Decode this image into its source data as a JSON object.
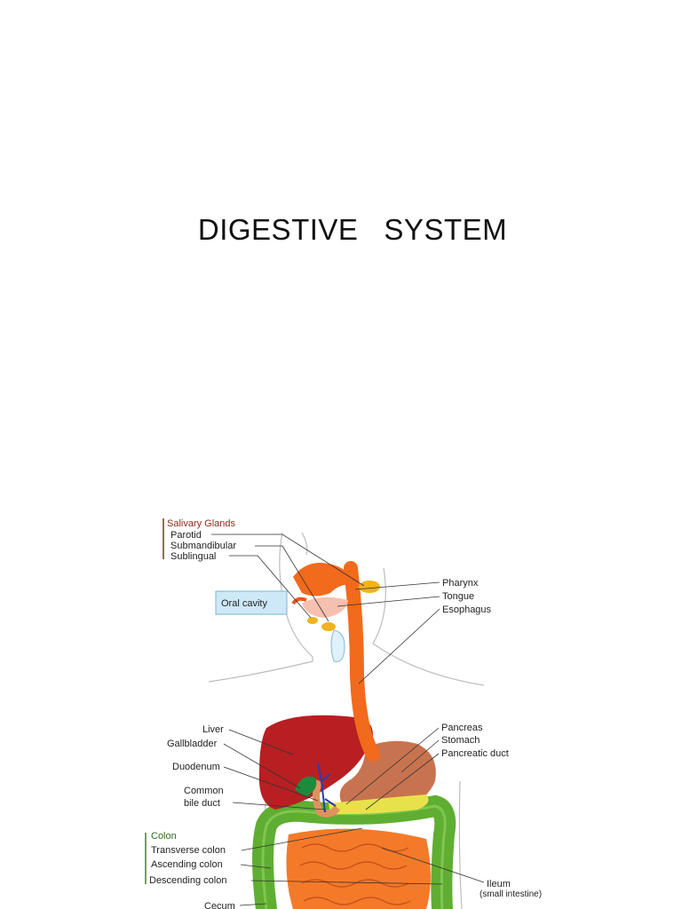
{
  "title": "DIGESTIVE   SYSTEM",
  "labels": {
    "salivary_glands": "Salivary Glands",
    "parotid": "Parotid",
    "submandibular": "Submandibular",
    "sublingual": "Sublingual",
    "oral_cavity": "Oral cavity",
    "pharynx": "Pharynx",
    "tongue": "Tongue",
    "esophagus": "Esophagus",
    "liver": "Liver",
    "gallbladder": "Gallbladder",
    "duodenum": "Duodenum",
    "common_bile_duct_1": "Common",
    "common_bile_duct_2": "bile duct",
    "pancreas": "Pancreas",
    "stomach": "Stomach",
    "pancreatic_duct": "Pancreatic duct",
    "colon": "Colon",
    "transverse_colon": "Transverse colon",
    "ascending_colon": "Ascending colon",
    "descending_colon": "Descending colon",
    "cecum": "Cecum",
    "ileum": "Ileum",
    "ileum_note": "(small intestine)"
  },
  "colors": {
    "esophagus": "#f26a1b",
    "liver": "#b81f22",
    "stomach": "#c8734f",
    "colon": "#5fae32",
    "small_intestine": "#f47a2a",
    "salivary": "#f0b31e",
    "oral_cavity_box": "#cde9f8",
    "gallbladder": "#1f8a3b",
    "bile_duct": "#2b3bb5",
    "pancreas": "#e8e24a"
  }
}
